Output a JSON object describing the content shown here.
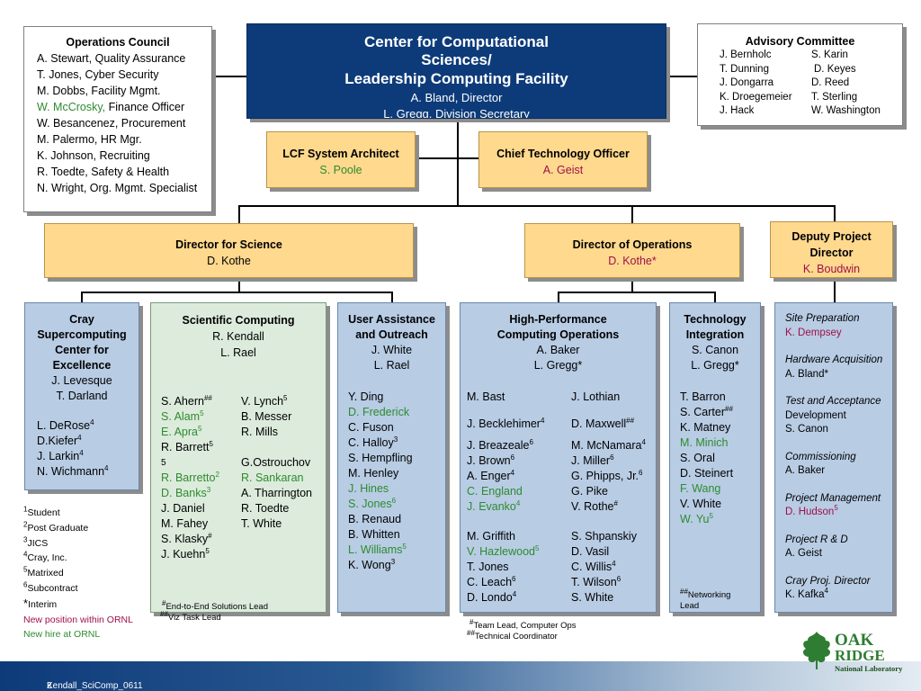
{
  "ops_council": {
    "title": "Operations Council",
    "members": [
      {
        "text": "A. Stewart, Quality Assurance"
      },
      {
        "text": "T. Jones, Cyber Security"
      },
      {
        "text": "M. Dobbs, Facility Mgmt."
      },
      {
        "name": "W. McCrosky,",
        "role": " Finance Officer"
      },
      {
        "text": "W. Besancenez, Procurement"
      },
      {
        "text": "M. Palermo, HR Mgr."
      },
      {
        "text": "K. Johnson, Recruiting"
      },
      {
        "text": "R. Toedte, Safety & Health"
      },
      {
        "text": "N. Wright, Org. Mgmt. Specialist"
      }
    ]
  },
  "center": {
    "title1": "Center for Computational",
    "title2": "Sciences/",
    "title3": "Leadership Computing Facility",
    "director": "A. Bland, Director",
    "secretary": "L. Gregg, Division Secretary"
  },
  "advisory": {
    "title": "Advisory Committee",
    "left": [
      "J. Bernholc",
      "T. Dunning",
      "J. Dongarra",
      "K. Droegemeier",
      "J. Hack"
    ],
    "right": [
      "S. Karin",
      "D. Keyes",
      "D. Reed",
      "T. Sterling",
      "W. Washington"
    ]
  },
  "lcf_architect": {
    "title": "LCF System Architect",
    "name": "S. Poole"
  },
  "cto": {
    "title": "Chief Technology Officer",
    "name": "A. Geist"
  },
  "dir_science": {
    "title": "Director for Science",
    "name": "D. Kothe"
  },
  "dir_ops": {
    "title": "Director of Operations",
    "name": "D. Kothe*"
  },
  "deputy": {
    "title1": "Deputy Project",
    "title2": "Director",
    "name": "K. Boudwin"
  },
  "cray": {
    "title": [
      "Cray",
      "Supercomputing",
      "Center for",
      "Excellence"
    ],
    "leads": [
      "J. Levesque",
      "T. Darland"
    ],
    "members": [
      [
        "L. DeRose",
        "4"
      ],
      [
        "D.Kiefer",
        "4"
      ],
      [
        "J. Larkin",
        "4"
      ],
      [
        "N. Wichmann",
        "4"
      ]
    ]
  },
  "sci": {
    "title": "Scientific Computing",
    "leads": [
      "R. Kendall",
      "L. Rael"
    ],
    "note1": "End-to-End Solutions Lead",
    "note2": "Viz Task Lead"
  },
  "ua": {
    "title1": "User Assistance",
    "title2": "and Outreach",
    "leads": [
      "J. White",
      "L. Rael"
    ]
  },
  "hpc": {
    "title1": "High-Performance",
    "title2": "Computing Operations",
    "leads": [
      "A. Baker",
      "L. Gregg*"
    ],
    "note1": "Team Lead, Computer Ops",
    "note2": "Technical Coordinator"
  },
  "ti": {
    "title1": "Technology",
    "title2": "Integration",
    "leads": [
      "S. Canon",
      "L. Gregg*"
    ],
    "note": "Networking",
    "note2": "Lead"
  },
  "proj": [
    {
      "role": "Site Preparation",
      "names": [
        "K. Dempsey"
      ]
    },
    {
      "role": "Hardware Acquisition",
      "names": [
        "A. Bland*"
      ]
    },
    {
      "role": "Test and Acceptance",
      "names": [
        "Development",
        "S. Canon"
      ]
    },
    {
      "role": "Commissioning",
      "names": [
        "A. Baker"
      ]
    },
    {
      "role": "Project Management",
      "names": [
        "D. Hudson"
      ]
    },
    {
      "role": "Project R & D",
      "names": [
        "A. Geist"
      ]
    },
    {
      "role": "Cray Proj. Director",
      "names": [
        "K. Kafka"
      ]
    }
  ],
  "legend": [
    {
      "sup": "1",
      "text": "Student"
    },
    {
      "sup": "2",
      "text": "Post Graduate"
    },
    {
      "sup": "3",
      "text": "JICS"
    },
    {
      "sup": "4",
      "text": "Cray, Inc."
    },
    {
      "sup": "5",
      "text": "Matrixed"
    },
    {
      "sup": "6",
      "text": "Subcontract"
    },
    {
      "sup": "*",
      "text": "Interim"
    },
    {
      "text": "New position within ORNL"
    },
    {
      "text": "New hire at ORNL"
    }
  ],
  "footer": {
    "page": "2",
    "deck": "Kendall_SciComp_0611"
  },
  "logo": {
    "line1": "OAK",
    "line2": "RIDGE",
    "line3": "National Laboratory"
  },
  "colors": {
    "navy": "#0d3b7a",
    "gold": "#ffd98e",
    "blue": "#b8cce4",
    "green_box": "#dcebdc",
    "new_hire": "#2e8b2e",
    "new_position": "#a0104a"
  }
}
